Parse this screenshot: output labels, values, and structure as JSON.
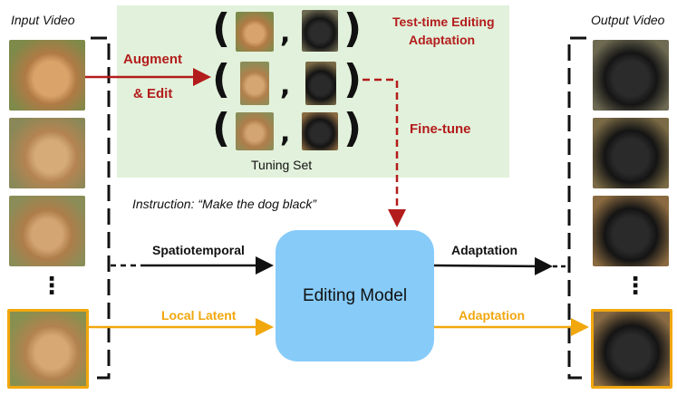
{
  "labels": {
    "input_video": "Input Video",
    "output_video": "Output Video",
    "augment": "Augment",
    "edit": "& Edit",
    "test_time_line1": "Test-time Editing",
    "test_time_line2": "Adaptation",
    "fine_tune": "Fine-tune",
    "tuning_set": "Tuning Set",
    "instruction": "Instruction: “Make the dog black”",
    "spatiotemporal": "Spatiotemporal",
    "adaptation_top": "Adaptation",
    "local_latent": "Local Latent",
    "adaptation_bottom": "Adaptation",
    "editing_model": "Editing Model",
    "ellipsis": "⋮"
  },
  "colors": {
    "red": "#b31c1c",
    "orange": "#f1a70e",
    "black": "#111111",
    "tuning_bg": "#e2f1db",
    "model_bg": "#87cbf9",
    "input_dog": "#c08a52",
    "output_dog": "#1a1a1a"
  }
}
